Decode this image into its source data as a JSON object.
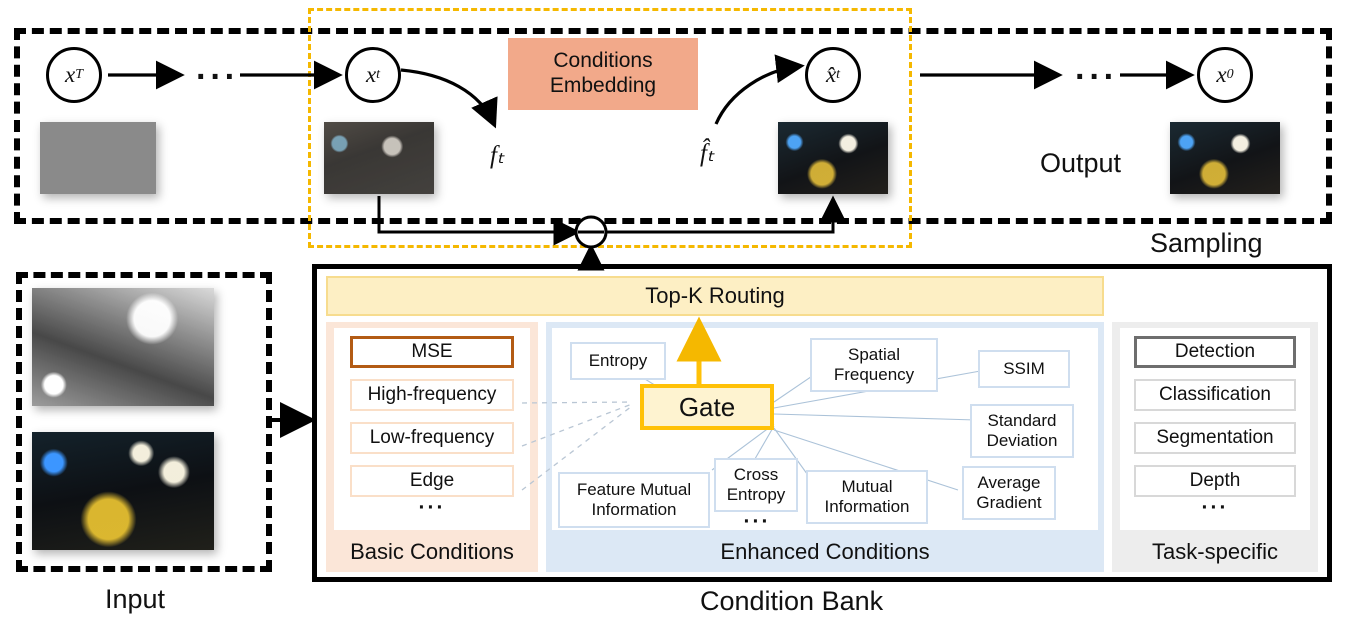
{
  "sampling": {
    "section_label": "Sampling",
    "output_label": "Output",
    "nodes": [
      {
        "name": "x_T",
        "base": "x",
        "sub": "T"
      },
      {
        "name": "x_t",
        "base": "x",
        "sub": "t"
      },
      {
        "name": "x_hat_t",
        "base": "x̂",
        "sub": "t"
      },
      {
        "name": "x_0",
        "base": "x",
        "sub": "0"
      }
    ],
    "ellipsis_left": "···",
    "ellipsis_right": "···",
    "feature_label": "fₜ",
    "feature_hat_label": "f̂ₜ",
    "conditions_embedding": {
      "line1": "Conditions",
      "line2": "Embedding",
      "color": "#F2A98A"
    },
    "operator": "minus"
  },
  "input": {
    "label": "Input",
    "images": [
      "infrared-thumbnail",
      "visible-night-thumbnail"
    ]
  },
  "bank": {
    "title": "Condition Bank",
    "top_k_routing": {
      "label": "Top-K Routing",
      "fill": "#FDEFC4",
      "border": "#F7DC8E"
    },
    "columns": [
      {
        "id": "basic",
        "caption": "Basic Conditions",
        "fill": "#FBE6D8",
        "items": [
          "MSE",
          "High-frequency",
          "Low-frequency",
          "Edge"
        ],
        "highlight_index": 0,
        "highlight_color": "#B35B14",
        "ellipsis": "···"
      },
      {
        "id": "enhanced",
        "caption": "Enhanced Conditions",
        "fill": "#DCE8F5",
        "gate": {
          "label": "Gate",
          "border": "#FFC107",
          "fill": "#FEF3D0"
        },
        "items": [
          {
            "label": "Entropy"
          },
          {
            "label": "Spatial\nFrequency",
            "line1": "Spatial",
            "line2": "Frequency"
          },
          {
            "label": "SSIM"
          },
          {
            "label": "Standard\nDeviation",
            "line1": "Standard",
            "line2": "Deviation"
          },
          {
            "label": "Feature Mutual\nInformation",
            "line1": "Feature Mutual",
            "line2": "Information"
          },
          {
            "label": "Cross\nEntropy",
            "line1": "Cross",
            "line2": "Entropy"
          },
          {
            "label": "Mutual\nInformation",
            "line1": "Mutual",
            "line2": "Information"
          },
          {
            "label": "Average\nGradient",
            "line1": "Average",
            "line2": "Gradient"
          }
        ],
        "ellipsis": "···"
      },
      {
        "id": "task",
        "caption": "Task-specific",
        "fill": "#EDEDED",
        "items": [
          "Detection",
          "Classification",
          "Segmentation",
          "Depth"
        ],
        "highlight_index": 0,
        "highlight_color": "#6E6E6E",
        "ellipsis": "···"
      }
    ]
  }
}
